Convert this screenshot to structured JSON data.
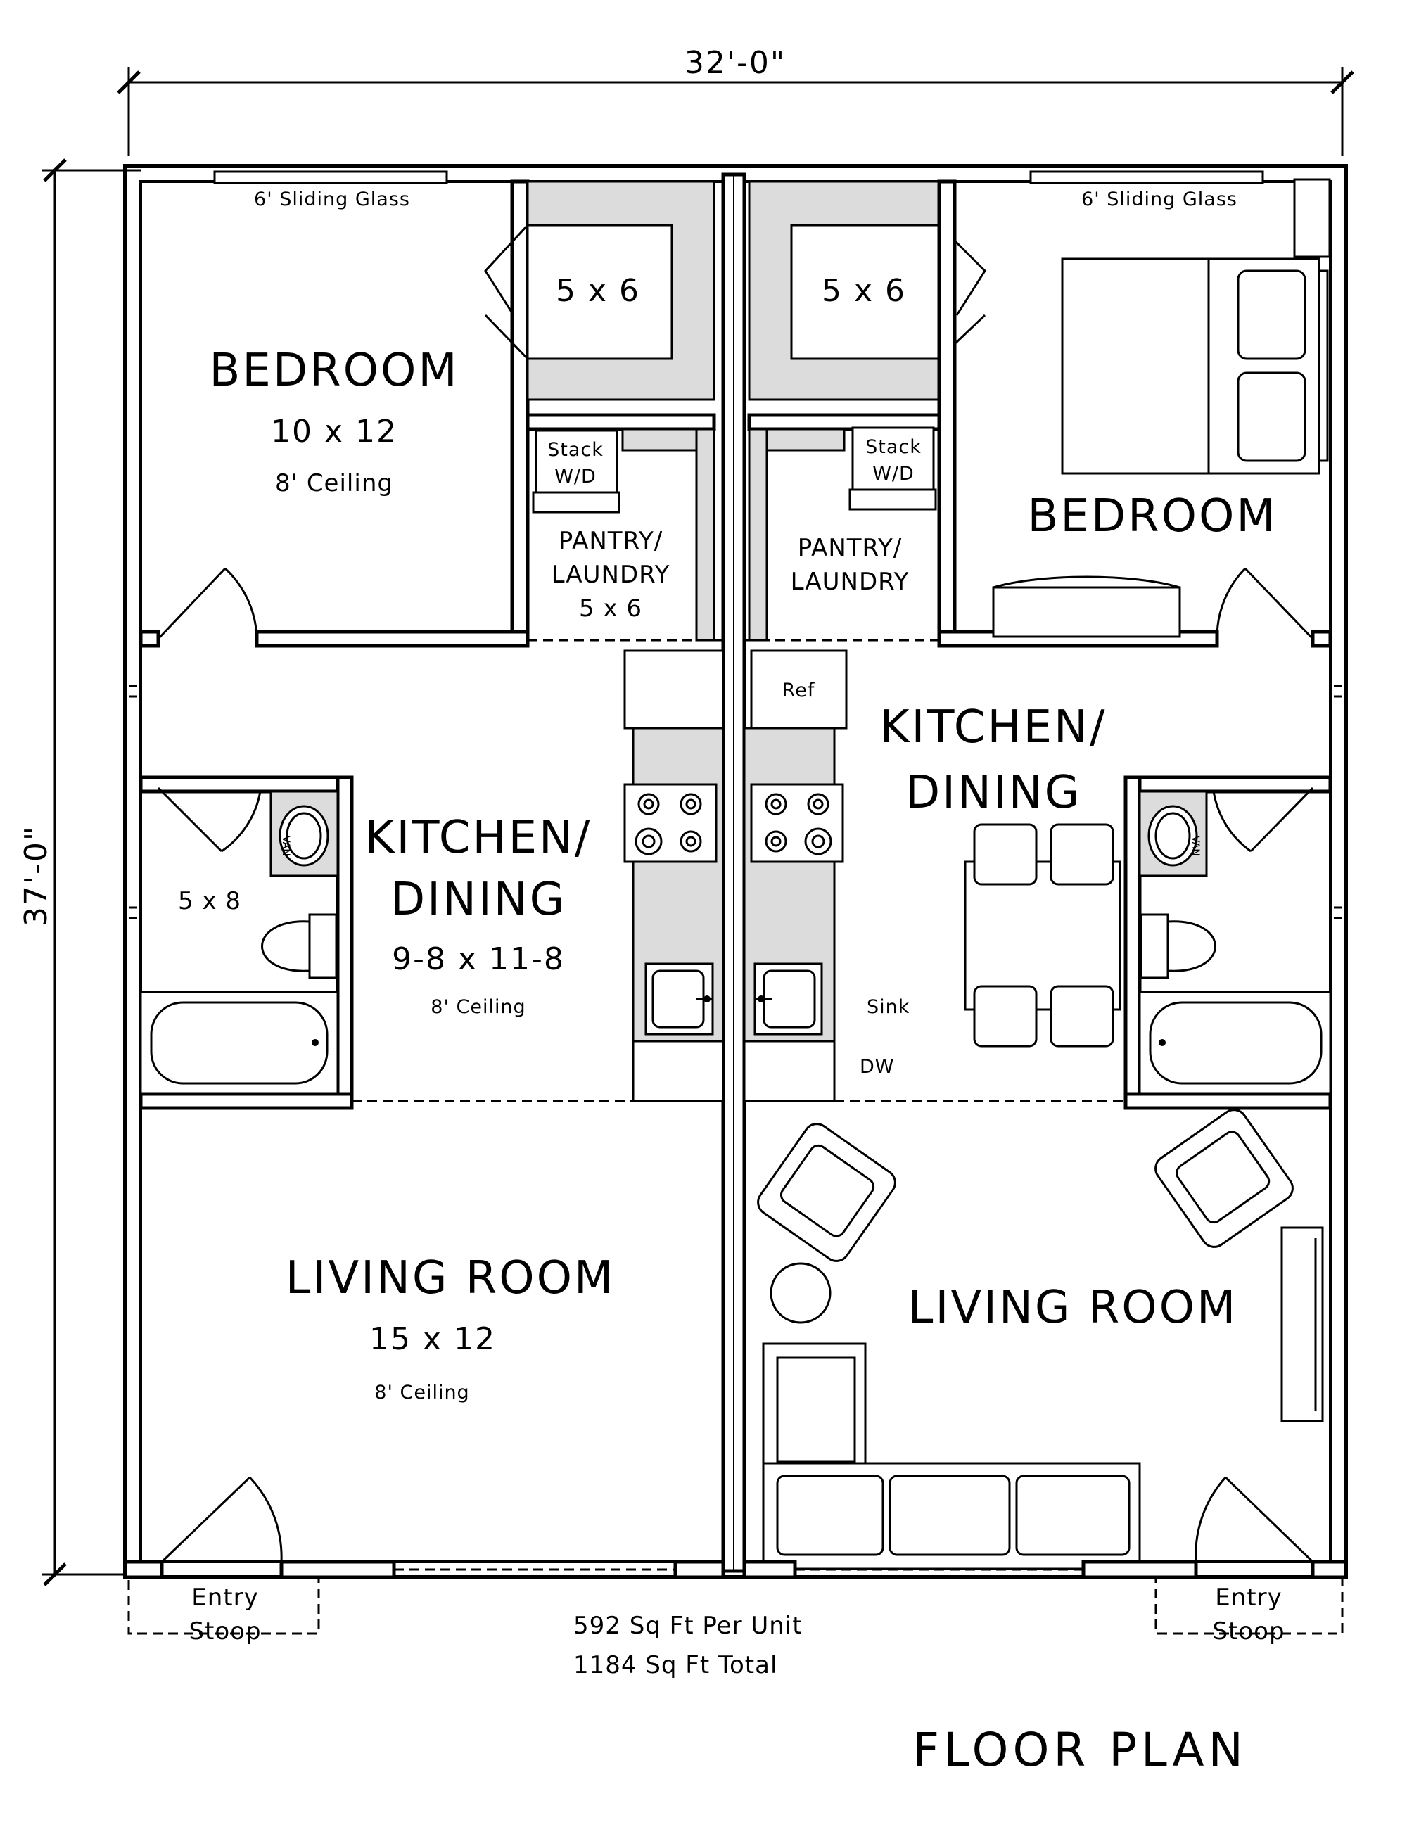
{
  "dimensions": {
    "width": "32'-0\"",
    "depth": "37'-0\""
  },
  "left_unit": {
    "sliding_glass": "6' Sliding Glass",
    "closet": "5 x 6",
    "bedroom": {
      "name": "BEDROOM",
      "size": "10 x 12",
      "ceiling": "8' Ceiling"
    },
    "stack_wd": {
      "line1": "Stack",
      "line2": "W/D"
    },
    "pantry": {
      "line1": "PANTRY/",
      "line2": "LAUNDRY",
      "size": "5 x 6"
    },
    "bath": {
      "size": "5 x 8",
      "vanity": "VAN"
    },
    "kitchen": {
      "line1": "KITCHEN/",
      "line2": "DINING",
      "size": "9-8 x 11-8",
      "ceiling": "8' Ceiling"
    },
    "living": {
      "name": "LIVING ROOM",
      "size": "15 x 12",
      "ceiling": "8' Ceiling"
    },
    "entry": {
      "line1": "Entry",
      "line2": "Stoop"
    }
  },
  "right_unit": {
    "sliding_glass": "6' Sliding Glass",
    "closet": "5 x 6",
    "bedroom": {
      "name": "BEDROOM"
    },
    "stack_wd": {
      "line1": "Stack",
      "line2": "W/D"
    },
    "pantry": {
      "line1": "PANTRY/",
      "line2": "LAUNDRY"
    },
    "bath": {
      "vanity": "VAN"
    },
    "kitchen": {
      "line1": "KITCHEN/",
      "line2": "DINING",
      "ref": "Ref",
      "sink": "Sink",
      "dw": "DW"
    },
    "living": {
      "name": "LIVING ROOM"
    },
    "entry": {
      "line1": "Entry",
      "line2": "Stoop"
    }
  },
  "area": {
    "per_unit": "592 Sq Ft Per Unit",
    "total": "1184 Sq Ft Total"
  },
  "title": "FLOOR PLAN"
}
